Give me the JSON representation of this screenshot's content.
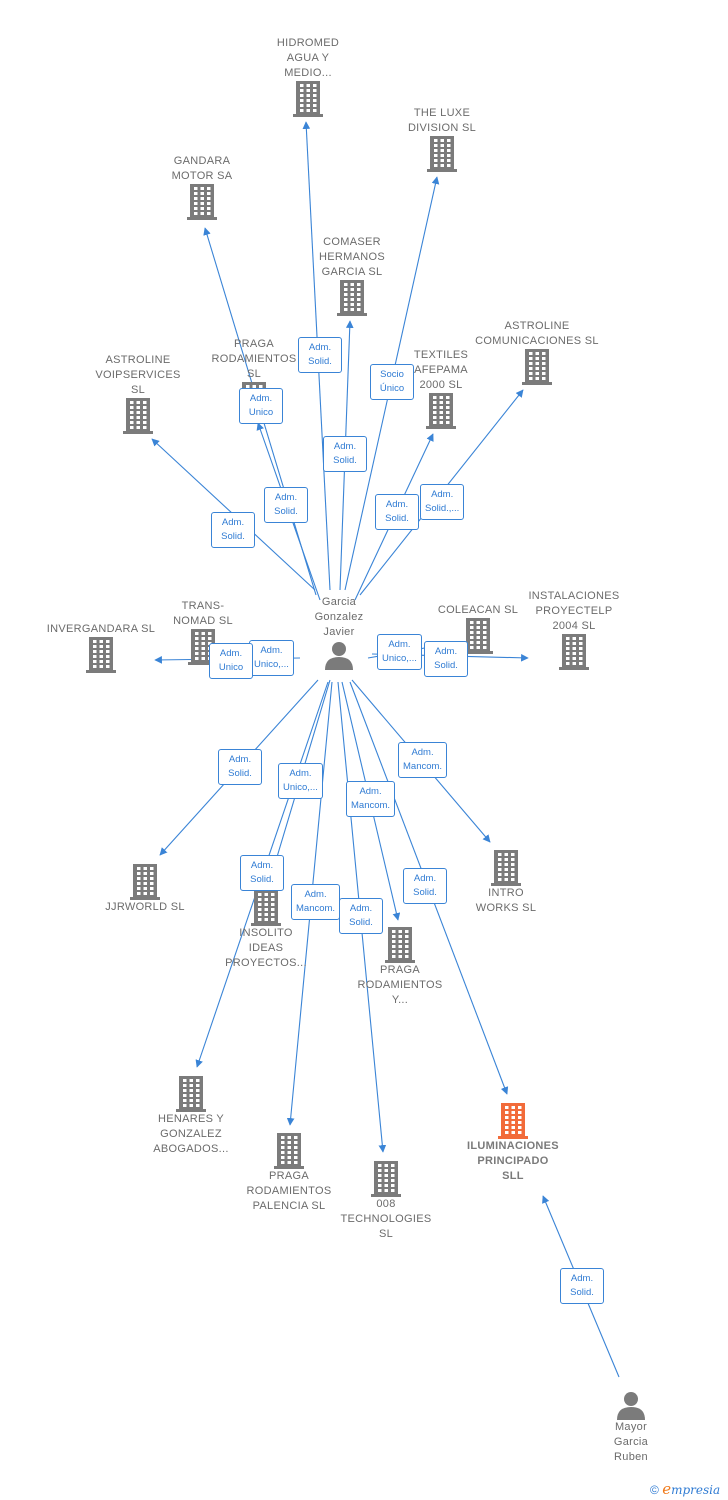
{
  "colors": {
    "edge": "#3a84d6",
    "company": "#7b7b7b",
    "person": "#7b7b7b",
    "highlight": "#f26b3a",
    "label_text": "#6b6b6b"
  },
  "nodes": [
    {
      "id": "hidromed",
      "type": "company",
      "label": "HIDROMED\nAGUA Y\nMEDIO..."
    },
    {
      "id": "theluxe",
      "type": "company",
      "label": "THE LUXE\nDIVISION SL"
    },
    {
      "id": "gandara",
      "type": "company",
      "label": "GANDARA\nMOTOR SA"
    },
    {
      "id": "comaser",
      "type": "company",
      "label": "COMASER\nHERMANOS\nGARCIA SL"
    },
    {
      "id": "astroline_com",
      "type": "company",
      "label": "ASTROLINE\nCOMUNICACIONES SL"
    },
    {
      "id": "praga_rod",
      "type": "company",
      "label": "PRAGA\nRODAMIENTOS\nSL"
    },
    {
      "id": "textiles",
      "type": "company",
      "label": "TEXTILES\nAFEPAMA\n2000 SL"
    },
    {
      "id": "astroline_voip",
      "type": "company",
      "label": "ASTROLINE\nVOIPSERVICES\nSL"
    },
    {
      "id": "invergandara",
      "type": "company",
      "label": "INVERGANDARA SL"
    },
    {
      "id": "transnomad",
      "type": "company",
      "label": "TRANS-\nNOMAD  SL"
    },
    {
      "id": "coleacan",
      "type": "company",
      "label": "COLEACAN  SL"
    },
    {
      "id": "instalaciones",
      "type": "company",
      "label": "INSTALACIONES\nPROYECTELP\n2004 SL"
    },
    {
      "id": "garcia",
      "type": "person",
      "label": "Garcia\nGonzalez\nJavier"
    },
    {
      "id": "jjrworld",
      "type": "company",
      "label": "JJRWORLD  SL"
    },
    {
      "id": "intro",
      "type": "company",
      "label": "INTRO\nWORKS SL"
    },
    {
      "id": "insolito",
      "type": "company",
      "label": "INSOLITO\nIDEAS\nPROYECTOS..."
    },
    {
      "id": "praga_y",
      "type": "company",
      "label": "PRAGA\nRODAMIENTOS\nY..."
    },
    {
      "id": "henares",
      "type": "company",
      "label": "HENARES Y\nGONZALEZ\nABOGADOS..."
    },
    {
      "id": "iluminaciones",
      "type": "highlight",
      "label": "ILUMINACIONES\nPRINCIPADO\nSLL"
    },
    {
      "id": "praga_pal",
      "type": "company",
      "label": "PRAGA\nRODAMIENTOS\nPALENCIA  SL"
    },
    {
      "id": "tech008",
      "type": "company",
      "label": "008\nTECHNOLOGIES\nSL"
    },
    {
      "id": "mayor",
      "type": "person",
      "label": "Mayor\nGarcia\nRuben"
    }
  ],
  "edges": [
    {
      "from": "garcia",
      "to": "hidromed",
      "label": "Adm.\nSolid."
    },
    {
      "from": "garcia",
      "to": "theluxe",
      "label": "Socio\nÚnico"
    },
    {
      "from": "garcia",
      "to": "gandara",
      "label": "Adm.\nSolid."
    },
    {
      "from": "garcia",
      "to": "comaser",
      "label": "Adm.\nSolid."
    },
    {
      "from": "garcia",
      "to": "astroline_com",
      "label": "Adm.\nSolid.,..."
    },
    {
      "from": "garcia",
      "to": "praga_rod",
      "label": "Adm.\nUnico"
    },
    {
      "from": "garcia",
      "to": "textiles",
      "label": "Adm.\nSolid."
    },
    {
      "from": "garcia",
      "to": "astroline_voip",
      "label": "Adm.\nSolid."
    },
    {
      "from": "garcia",
      "to": "invergandara",
      "label": "Adm.\nUnico,..."
    },
    {
      "from": "garcia",
      "to": "transnomad",
      "label": "Adm.\nUnico"
    },
    {
      "from": "garcia",
      "to": "coleacan",
      "label": "Adm.\nUnico,..."
    },
    {
      "from": "garcia",
      "to": "instalaciones",
      "label": "Adm.\nSolid."
    },
    {
      "from": "garcia",
      "to": "jjrworld",
      "label": "Adm.\nSolid."
    },
    {
      "from": "garcia",
      "to": "intro",
      "label": "Adm.\nMancom."
    },
    {
      "from": "garcia",
      "to": "insolito",
      "label": "Adm.\nUnico,..."
    },
    {
      "from": "garcia",
      "to": "praga_y",
      "label": "Adm.\nMancom."
    },
    {
      "from": "garcia",
      "to": "henares",
      "label": "Adm.\nSolid."
    },
    {
      "from": "garcia",
      "to": "iluminaciones",
      "label": "Adm.\nSolid."
    },
    {
      "from": "garcia",
      "to": "praga_pal",
      "label": "Adm.\nMancom."
    },
    {
      "from": "garcia",
      "to": "tech008",
      "label": "Adm.\nSolid."
    },
    {
      "from": "mayor",
      "to": "iluminaciones",
      "label": "Adm.\nSolid."
    }
  ],
  "footer": {
    "copyright": "©",
    "brand_initial": "e",
    "brand_rest": "mpresia"
  }
}
